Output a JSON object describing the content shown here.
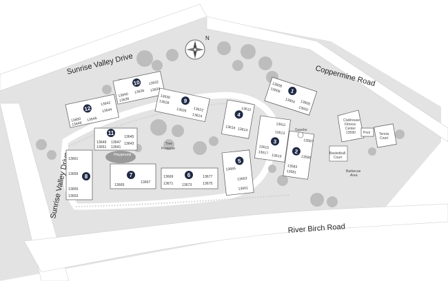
{
  "roads": {
    "sunrise_valley_drive_top": "Sunrise Valley Drive",
    "coppermine_road": "Coppermine Road",
    "sunrise_valley_drive_left": "Sunrise Valley Drive",
    "river_birch_road": "River Birch Road"
  },
  "compass": {
    "north_label": "N"
  },
  "buildings": [
    {
      "id": "building-1",
      "number": "1",
      "addresses": [
        "13608",
        "13606",
        "13604",
        "13600",
        "13602"
      ]
    },
    {
      "id": "building-2",
      "number": "2",
      "addresses": [
        "13587",
        "13585",
        "13583",
        "13581"
      ]
    },
    {
      "id": "building-3",
      "number": "3",
      "addresses": [
        "13611",
        "13613",
        "13615",
        "13617",
        "13619"
      ]
    },
    {
      "id": "building-4",
      "number": "4",
      "addresses": [
        "13616",
        "13614",
        "13612"
      ]
    },
    {
      "id": "building-5",
      "number": "5",
      "addresses": [
        "13665",
        "13663",
        "13661"
      ]
    },
    {
      "id": "building-6",
      "number": "6",
      "addresses": [
        "13669",
        "13671",
        "13673",
        "13677",
        "13675"
      ]
    },
    {
      "id": "building-7",
      "number": "7",
      "addresses": [
        "13665",
        "13667"
      ]
    },
    {
      "id": "building-8",
      "number": "8",
      "addresses": [
        "13661",
        "13659",
        "13655",
        "13653"
      ]
    },
    {
      "id": "building-9",
      "number": "9",
      "addresses": [
        "13630",
        "13628",
        "13626",
        "13622",
        "13624"
      ]
    },
    {
      "id": "building-10",
      "number": "10",
      "addresses": [
        "13640",
        "13638",
        "13636",
        "13632",
        "13634"
      ]
    },
    {
      "id": "building-11",
      "number": "11",
      "addresses": [
        "13649",
        "13651",
        "13647",
        "13641",
        "13645",
        "13643"
      ]
    },
    {
      "id": "building-12",
      "number": "12",
      "addresses": [
        "13650",
        "13648",
        "13646",
        "13642",
        "13644"
      ]
    }
  ],
  "amenities": {
    "playground": "Playground",
    "tree_preserve_line1": "Tree",
    "tree_preserve_line2": "Preserve",
    "gazebo": "Gazebo",
    "clubhouse_line1": "Clubhouse",
    "clubhouse_line2": "Fitness",
    "clubhouse_line3": "Center",
    "clubhouse_line4": "13590",
    "pool": "Pool",
    "tennis_court_line1": "Tennis",
    "tennis_court_line2": "Court",
    "basketball_court_line1": "Basketball",
    "basketball_court_line2": "Court",
    "barbecue_area_line1": "Barbecue",
    "barbecue_area_line2": "Area"
  },
  "colors": {
    "ground": "#e3e3e3",
    "road": "#ffffff",
    "building": "#ffffff",
    "building_outline": "#555555",
    "badge": "#1f2a44",
    "trees": "#bdbdbd"
  }
}
